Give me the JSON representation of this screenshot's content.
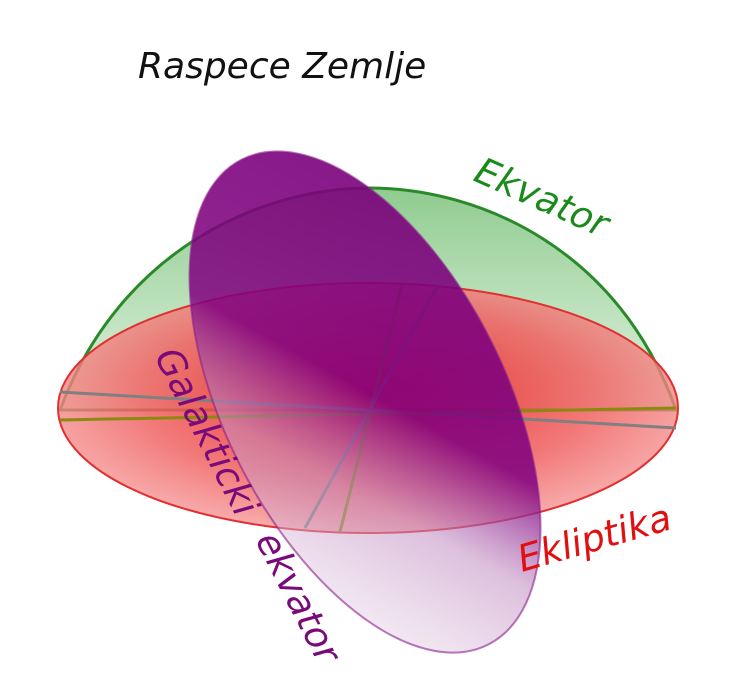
{
  "diagram": {
    "title": "Raspece Zemlje",
    "planes": {
      "equator": {
        "label": "Ekvator",
        "color": "#1a8a1a"
      },
      "ecliptic": {
        "label": "Ekliptika",
        "color": "#e01010"
      },
      "galactic": {
        "label_line1": "Galakticki",
        "label_line2": "ekvator",
        "color": "#7a0a7a"
      }
    }
  }
}
